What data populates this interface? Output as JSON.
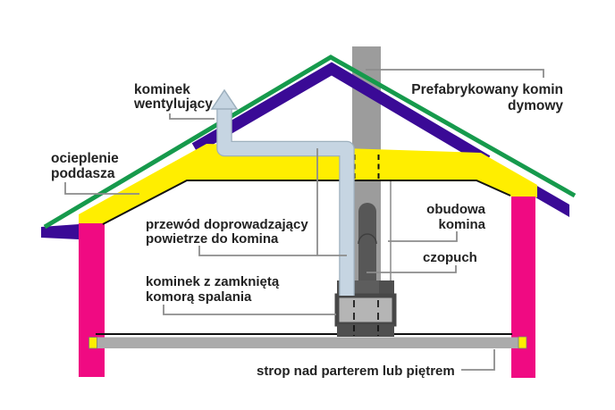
{
  "diagram": {
    "labels": {
      "vent_chimney": {
        "line1": "kominek",
        "line2": "wentylujący"
      },
      "prefab_chimney": {
        "line1": "Prefabrykowany komin",
        "line2": "dymowy"
      },
      "attic_insulation": {
        "line1": "ocieplenie",
        "line2": "poddasza"
      },
      "air_duct": {
        "line1": "przewód doprowadzający",
        "line2": "powietrze do komina"
      },
      "chimney_casing": {
        "line1": "obudowa",
        "line2": "komina"
      },
      "flue": {
        "line1": "czopuch"
      },
      "closed_fireplace": {
        "line1": "kominek z zamkniętą",
        "line2": "komorą spalania"
      },
      "ceiling": {
        "line1": "strop nad parterem lub piętrem"
      }
    },
    "icons": {
      "airflow_arrow": "up-arrow"
    },
    "colors": {
      "roof_membrane_green": "#169a4c",
      "roof_layer_purple": "#3a0a96",
      "insulation_yellow": "#ffee00",
      "wall_pink": "#f00a82",
      "chimney_gray": "#9c9c9c",
      "flue_dark": "#575757",
      "pipe_blue": "#c6d5e2",
      "pipe_outline": "#9db0be",
      "floor_gray": "#ababab",
      "fireplace_dark": "#4f4f4f",
      "fireplace_body": "#b5b5b5",
      "leader_gray": "#8c8c8c"
    }
  }
}
